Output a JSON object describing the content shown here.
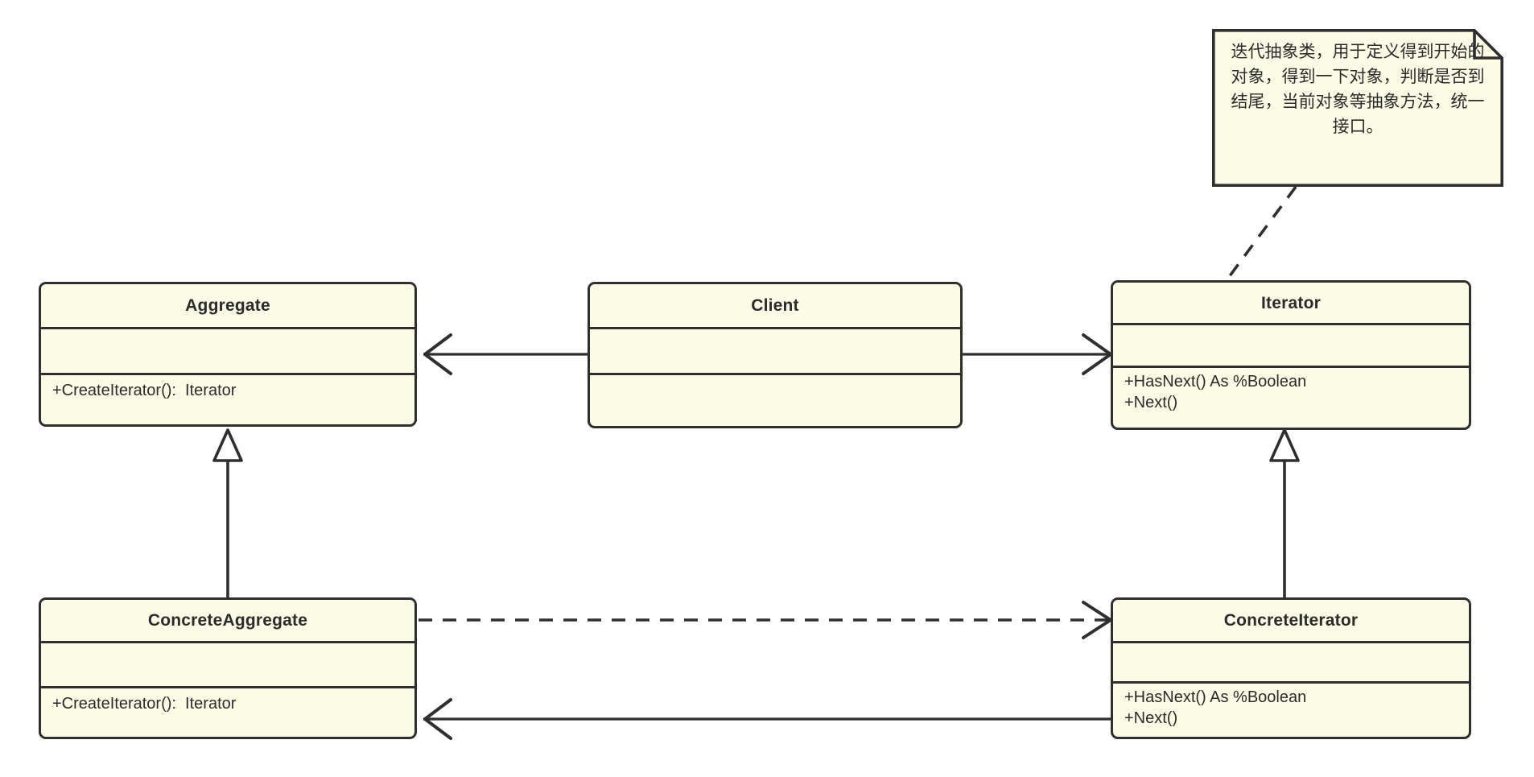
{
  "diagram": {
    "title": "Iterator Pattern UML Class Diagram",
    "background_color": "#ffffff",
    "box_fill_color": "#fcfce6",
    "line_color": "#2f2f2f",
    "text_color": "#2b2b2b"
  },
  "classes": [
    {
      "id": "aggregate",
      "name": "Aggregate",
      "attributes": [],
      "operations": [
        "+CreateIterator():  Iterator"
      ]
    },
    {
      "id": "client",
      "name": "Client",
      "attributes": [],
      "operations": []
    },
    {
      "id": "iterator",
      "name": "Iterator",
      "attributes": [],
      "operations": [
        "+HasNext() As %Boolean",
        "+Next()"
      ]
    },
    {
      "id": "concrete_aggregate",
      "name": "ConcreteAggregate",
      "attributes": [],
      "operations": [
        "+CreateIterator():  Iterator"
      ]
    },
    {
      "id": "concrete_iterator",
      "name": "ConcreteIterator",
      "attributes": [],
      "operations": [
        "+HasNext() As %Boolean",
        "+Next()"
      ]
    }
  ],
  "note": {
    "id": "iterator-note",
    "text": "迭代抽象类，用于定义得到开始的对象，得到一下对象，判断是否到结尾，当前对象等抽象方法，统一接口。",
    "attached_to": "Iterator"
  },
  "relationships": [
    {
      "id": "client-to-aggregate",
      "type": "association",
      "style": "solid",
      "arrow": "open",
      "from": "Client",
      "to": "Aggregate",
      "label": ""
    },
    {
      "id": "client-to-iterator",
      "type": "association",
      "style": "solid",
      "arrow": "open",
      "from": "Client",
      "to": "Iterator",
      "label": ""
    },
    {
      "id": "concrete-aggregate-to-aggregate",
      "type": "generalization",
      "style": "solid",
      "arrow": "hollow-triangle",
      "from": "ConcreteAggregate",
      "to": "Aggregate",
      "label": ""
    },
    {
      "id": "concrete-iterator-to-iterator",
      "type": "generalization",
      "style": "solid",
      "arrow": "hollow-triangle",
      "from": "ConcreteIterator",
      "to": "Iterator",
      "label": ""
    },
    {
      "id": "concrete-aggregate-to-concrete-iterator",
      "type": "dependency",
      "style": "dashed",
      "arrow": "open",
      "from": "ConcreteAggregate",
      "to": "ConcreteIterator",
      "label": ""
    },
    {
      "id": "concrete-iterator-to-concrete-aggregate",
      "type": "association",
      "style": "solid",
      "arrow": "open",
      "from": "ConcreteIterator",
      "to": "ConcreteAggregate",
      "label": ""
    },
    {
      "id": "note-to-iterator",
      "type": "note-anchor",
      "style": "dashed",
      "arrow": "none",
      "from": "iterator-note",
      "to": "Iterator",
      "label": ""
    }
  ]
}
